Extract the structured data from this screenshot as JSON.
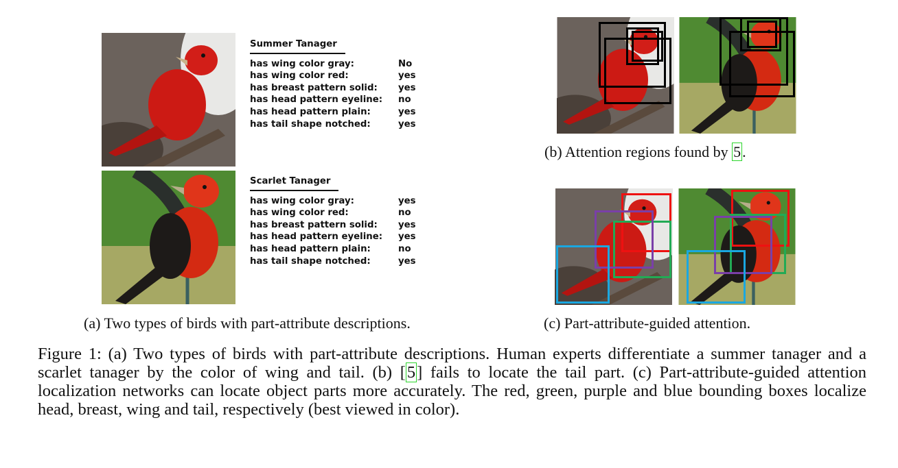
{
  "panel_a": {
    "tables": [
      {
        "title": "Summer Tanager",
        "rows": [
          {
            "attr": "has wing color gray:",
            "value": "No"
          },
          {
            "attr": "has wing color red:",
            "value": "yes"
          },
          {
            "attr": "has breast pattern solid:",
            "value": "yes"
          },
          {
            "attr": "has head pattern eyeline:",
            "value": "no"
          },
          {
            "attr": "has head pattern plain:",
            "value": "yes"
          },
          {
            "attr": "has tail shape notched:",
            "value": "yes"
          }
        ]
      },
      {
        "title": "Scarlet Tanager",
        "rows": [
          {
            "attr": "has wing color gray:",
            "value": "yes"
          },
          {
            "attr": "has wing color red:",
            "value": "no"
          },
          {
            "attr": "has breast pattern solid:",
            "value": "yes"
          },
          {
            "attr": "has head pattern eyeline:",
            "value": "yes"
          },
          {
            "attr": "has head pattern plain:",
            "value": "no"
          },
          {
            "attr": "has tail shape notched:",
            "value": "yes"
          }
        ]
      }
    ],
    "caption": "(a) Two types of birds with part-attribute descriptions."
  },
  "panel_b": {
    "caption_prefix": "(b) Attention regions found by ",
    "caption_ref": "5",
    "caption_suffix": "."
  },
  "panel_c": {
    "caption": "(c) Part-attribute-guided attention."
  },
  "colors": {
    "head": "#ee1111",
    "breast": "#22aa55",
    "wing": "#7a3fa8",
    "tail": "#1aa7e0",
    "attention": "#000000"
  },
  "figure_caption": {
    "part1": "Figure 1: (a) Two types of birds with part-attribute descriptions. Human experts differentiate a summer tanager and a scarlet tanager by the color of wing and tail. (b) [",
    "ref": "5",
    "part2": "] fails to locate the tail part. (c) Part-attribute-guided attention localization networks can locate object parts more accurately. The red, green, purple and blue bounding boxes localize head, breast, wing and tail, respectively (best viewed in color)."
  }
}
